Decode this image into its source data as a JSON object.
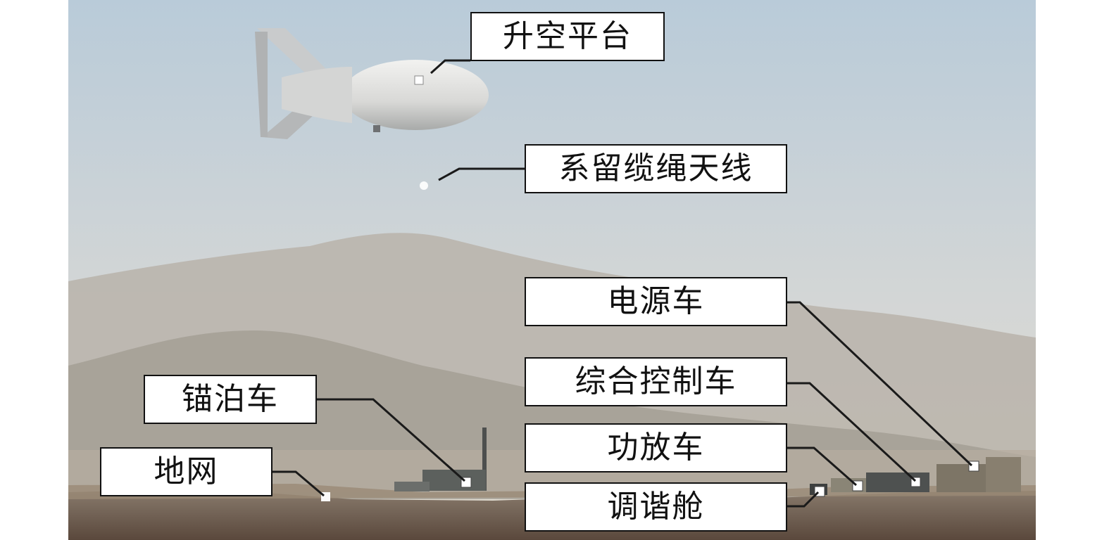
{
  "figure": {
    "labels": {
      "lift_platform": "升空平台",
      "tether_cable_antenna": "系留缆绳天线",
      "power_vehicle": "电源车",
      "integrated_control_vehicle": "综合控制车",
      "mooring_vehicle": "锚泊车",
      "power_amplifier_vehicle": "功放车",
      "ground_network": "地网",
      "tuning_cabin": "调谐舱"
    }
  },
  "colors": {
    "sky_top": "#b9cbd9",
    "sky_bottom": "#ddd9cf",
    "mountain": "#a9a39a",
    "ground": "#6b5a4e",
    "leader_line": "#1a1a1a",
    "label_border": "#111111"
  }
}
